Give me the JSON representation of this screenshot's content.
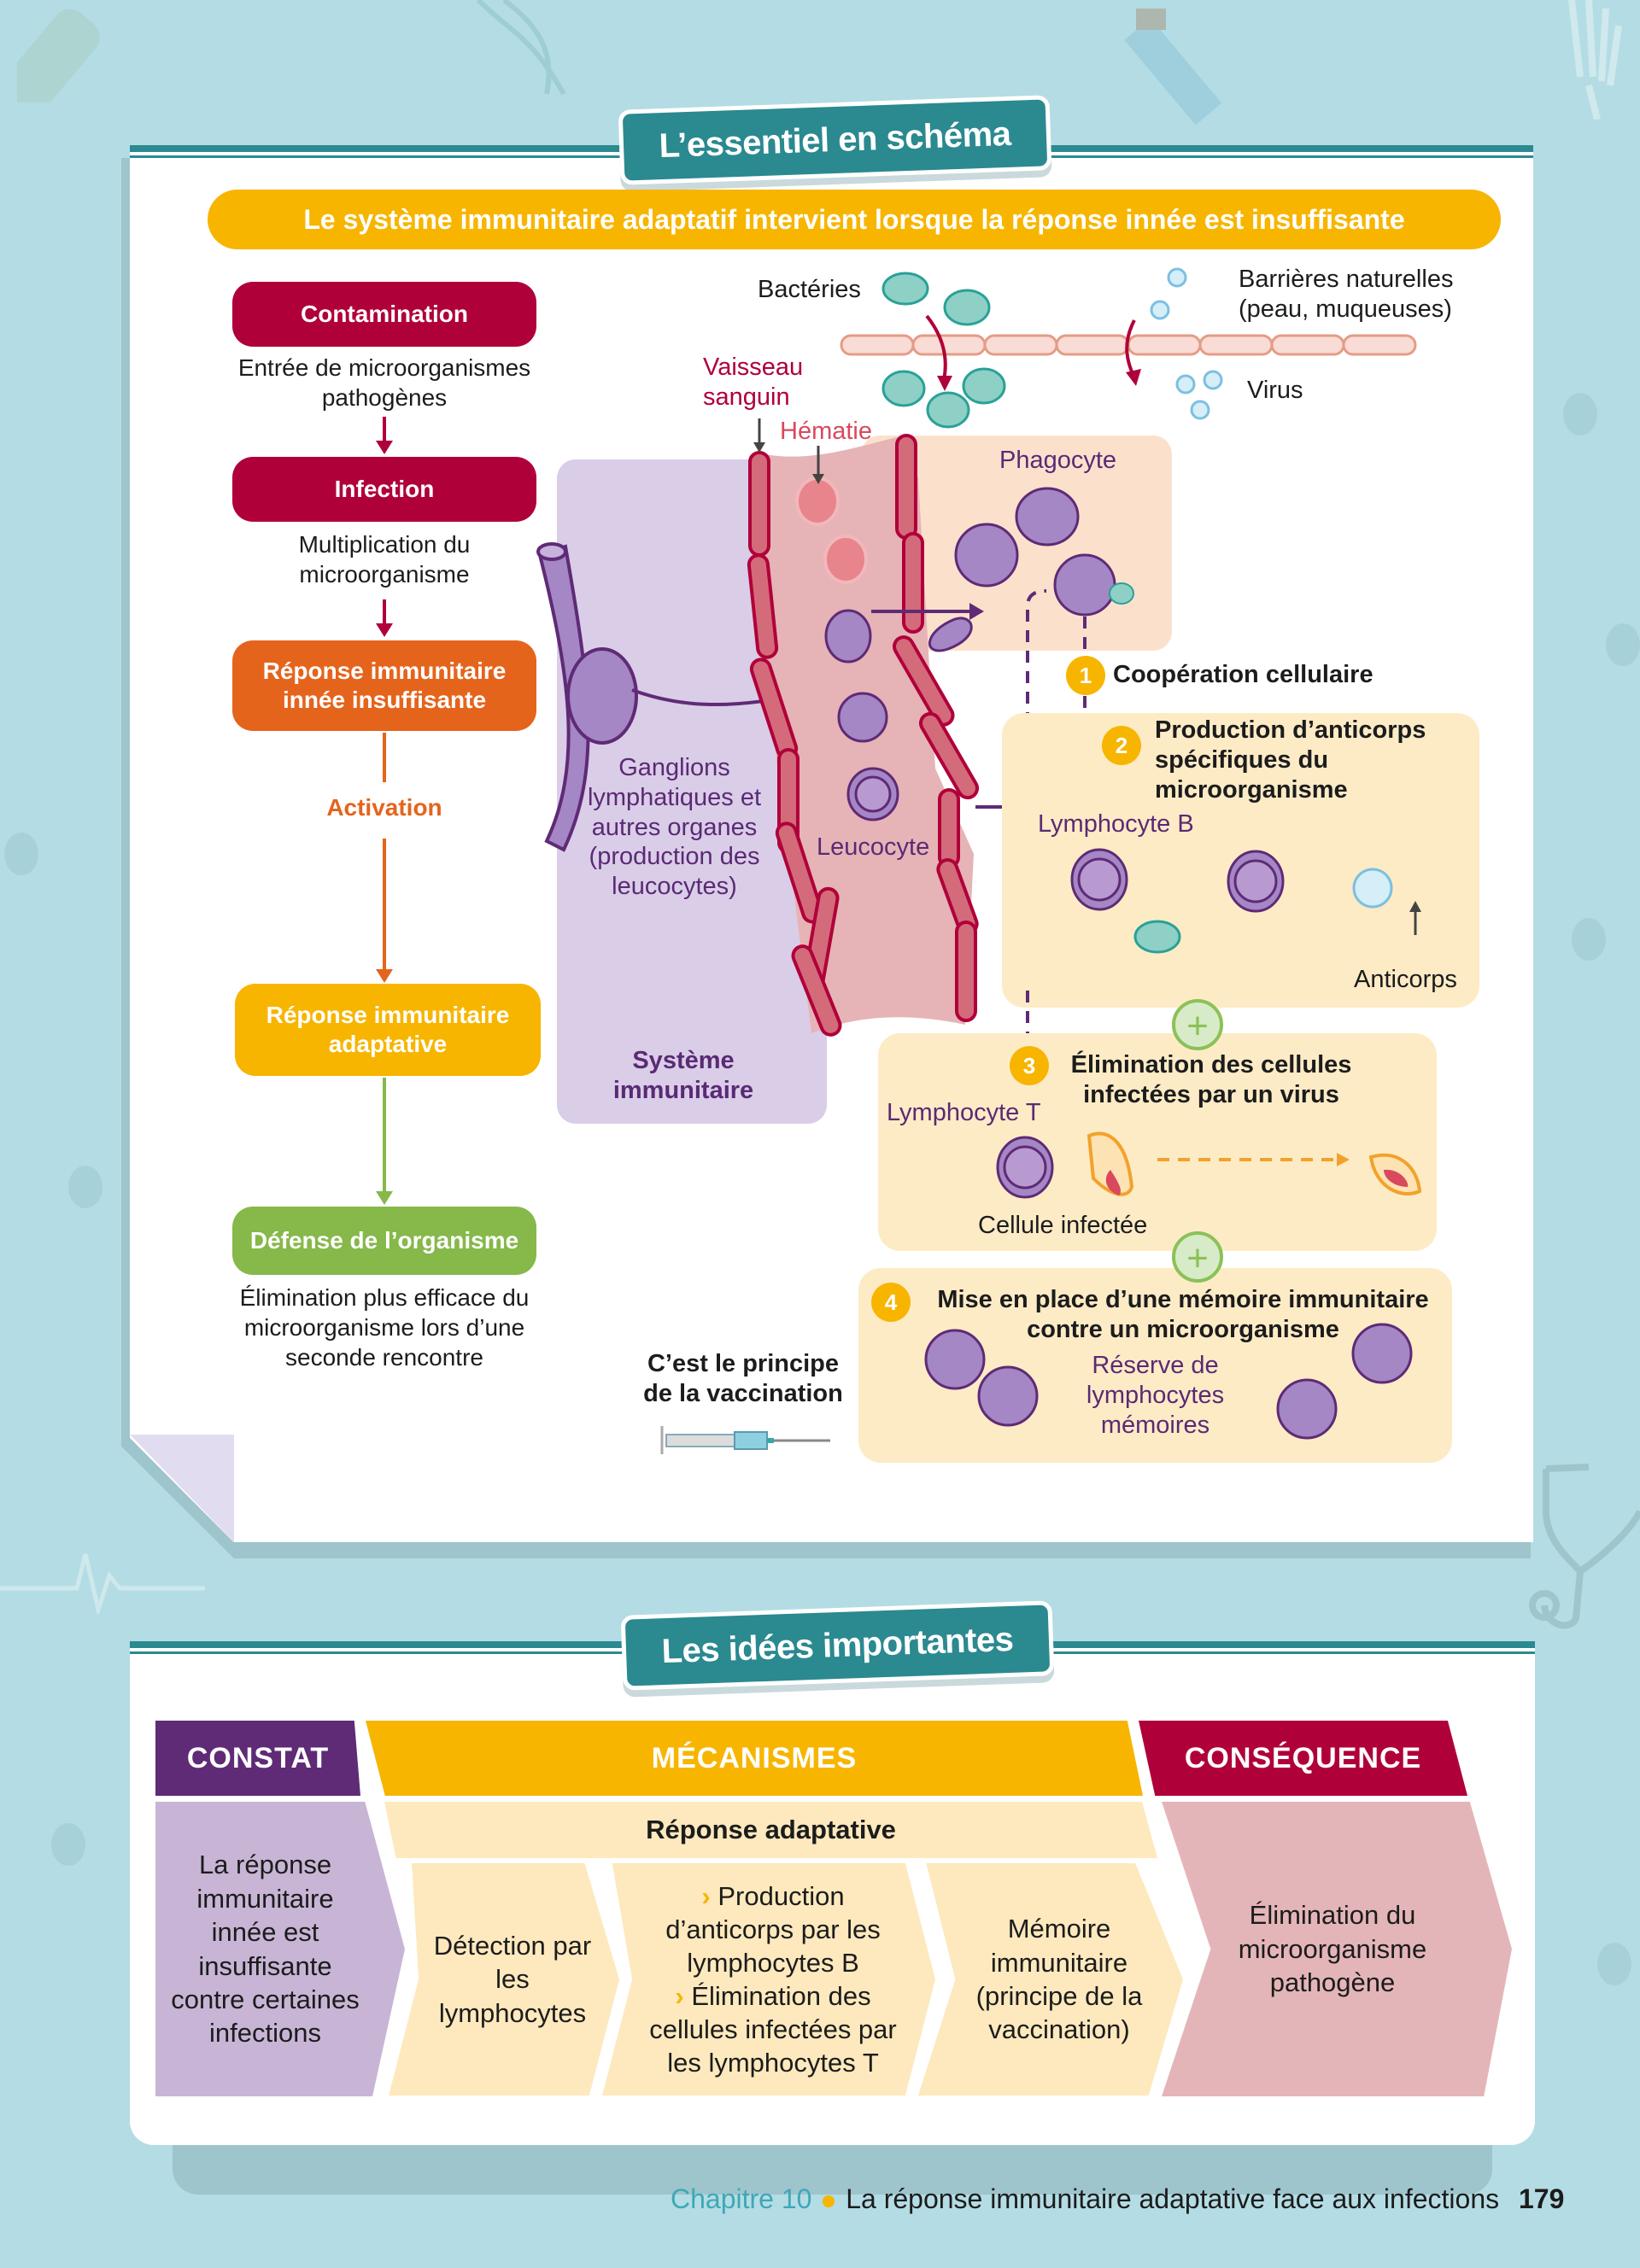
{
  "schema_tab": "L’essentiel en schéma",
  "banner": "Le système immunitaire adaptatif intervient lorsque la réponse innée est insuffisante",
  "flow": {
    "contamination": {
      "label": "Contamination",
      "text": "Entrée de microorganismes pathogènes"
    },
    "infection": {
      "label": "Infection",
      "text": "Multiplication du microorganisme"
    },
    "innee": {
      "label": "Réponse immunitaire innée insuffisante"
    },
    "activation": "Activation",
    "adaptative": {
      "label": "Réponse immunitaire adaptative"
    },
    "defense": {
      "label": "Défense de l’organisme",
      "text": "Élimination plus efficace du microorganisme lors d’une seconde rencontre"
    }
  },
  "diagram": {
    "bacteries": "Bactéries",
    "barrieres": "Barrières naturelles (peau, muqueuses)",
    "virus": "Virus",
    "vaisseau": "Vaisseau sanguin",
    "hematie": "Hématie",
    "phagocyte": "Phagocyte",
    "ganglions": "Ganglions lymphatiques et autres organes (production des leucocytes)",
    "systeme": "Système immunitaire",
    "leucocyte": "Leucocyte",
    "step1": {
      "num": "1",
      "title": "Coopération cellulaire"
    },
    "step2": {
      "num": "2",
      "title": "Production d’anticorps spécifiques du microorganisme",
      "lymphocyte": "Lymphocyte B",
      "anticorps": "Anticorps"
    },
    "step3": {
      "num": "3",
      "title": "Élimination des cellules infectées par un virus",
      "lymphocyte": "Lymphocyte T",
      "cellule": "Cellule infectée"
    },
    "step4": {
      "num": "4",
      "title": "Mise en place d’une mémoire immunitaire contre un microorganisme",
      "reserve": "Réserve de lymphocytes mémoires"
    },
    "vaccination": "C’est le principe de la vaccination"
  },
  "ideas_tab": "Les idées importantes",
  "table": {
    "headers": {
      "constat": "CONSTAT",
      "mecanismes": "MÉCANISMES",
      "consequence": "CONSÉQUENCE"
    },
    "subheader": "Réponse adaptative",
    "constat": "La réponse immunitaire innée est insuffisante contre certaines infections",
    "detection": "Détection par les lymphocytes",
    "mech_items": [
      "Production d’anticorps par les lymphocytes B",
      "Élimination des cellules infectées par les lymphocytes T"
    ],
    "memoire": "Mémoire immunitaire (principe de la vaccination)",
    "consequence": "Élimination du microorganisme pathogène"
  },
  "footer": {
    "chapter": "Chapitre 10",
    "title": "La réponse immunitaire adaptative face aux infections",
    "page": "179"
  },
  "colors": {
    "teal": "#2b8990",
    "yellow": "#f7b500",
    "crimson": "#b0003a",
    "orange": "#e5641c",
    "green": "#86b84a",
    "purple": "#5f2a76",
    "bg": "#b4dce4"
  }
}
